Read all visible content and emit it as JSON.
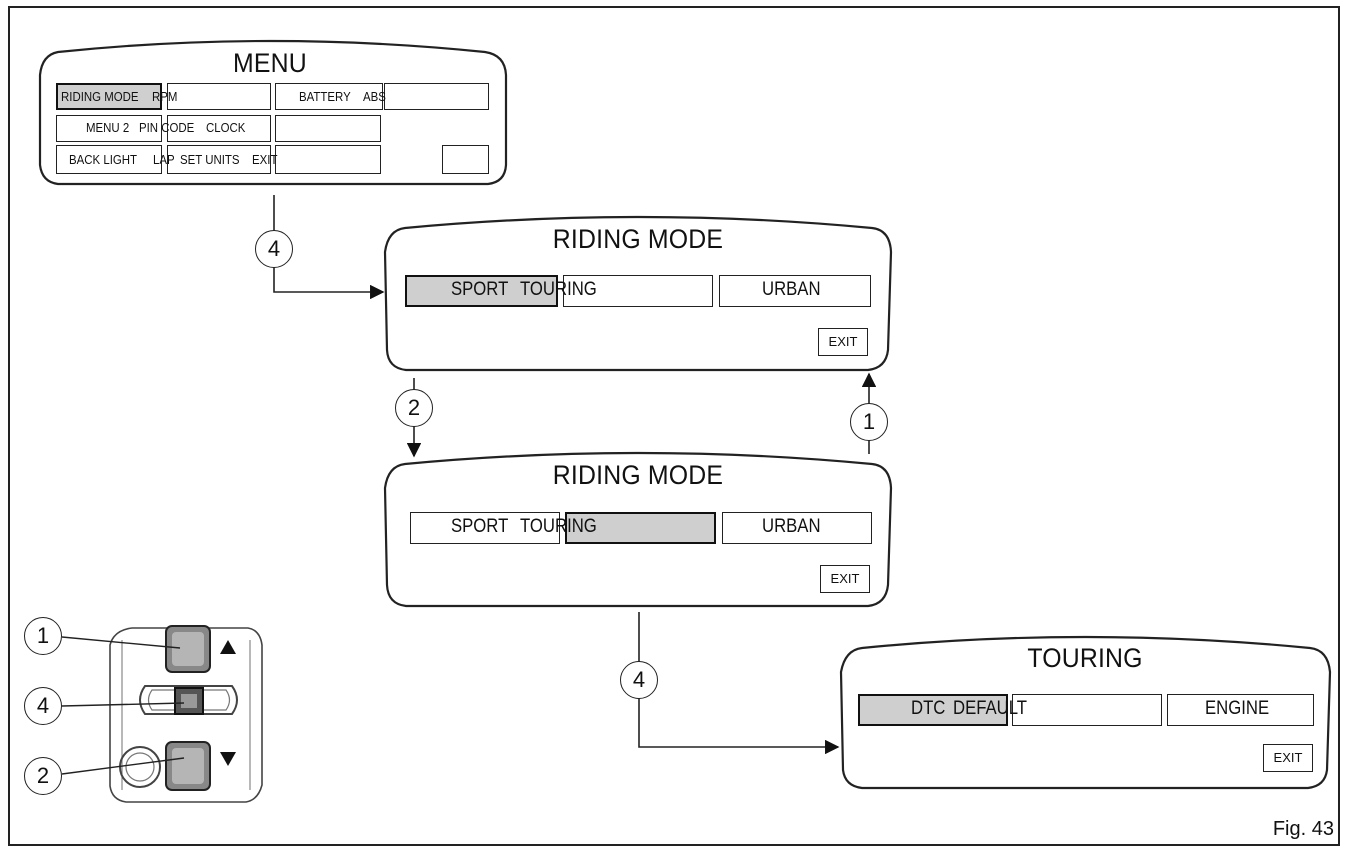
{
  "figure_label": "Fig. 43",
  "menu": {
    "title": "MENU",
    "items": [
      "RIDING MODE",
      "RPM",
      "BATTERY",
      "ABS",
      "MENU 2",
      "PIN CODE",
      "CLOCK",
      "BACK LIGHT",
      "LAP",
      "SET UNITS",
      "EXIT"
    ]
  },
  "riding_mode_1": {
    "title": "RIDING MODE",
    "options": [
      "SPORT",
      "TOURING",
      "URBAN"
    ],
    "exit": "EXIT"
  },
  "riding_mode_2": {
    "title": "RIDING MODE",
    "options": [
      "SPORT",
      "TOURING",
      "URBAN"
    ],
    "exit": "EXIT"
  },
  "touring": {
    "title": "TOURING",
    "options": [
      "DTC",
      "DEFAULT",
      "ENGINE"
    ],
    "exit": "EXIT"
  },
  "callouts": {
    "menu_to_riding": "4",
    "riding_down": "2",
    "riding_up": "1",
    "riding_to_touring": "4",
    "switch_up": "1",
    "switch_enter": "4",
    "switch_down": "2"
  }
}
